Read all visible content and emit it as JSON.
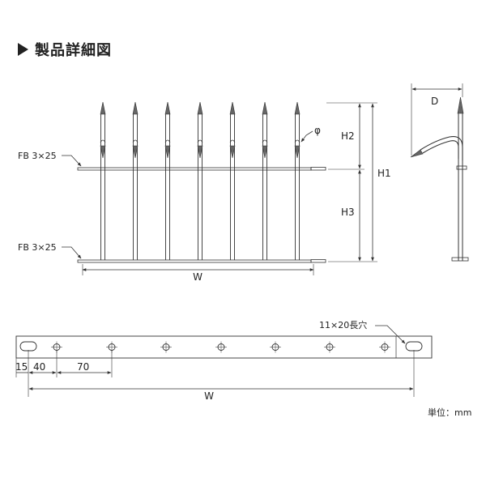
{
  "heading": {
    "icon": "triangle-right-icon",
    "title": "製品詳細図"
  },
  "labels": {
    "fb_top": "FB 3×25",
    "fb_bottom": "FB 3×25",
    "phi": "φ",
    "h1": "H1",
    "h2": "H2",
    "h3": "H3",
    "d": "D",
    "w_top": "W",
    "w_bottom": "W",
    "slot": "11×20長穴",
    "dim_15": "15",
    "dim_40": "40",
    "dim_70": "70",
    "unit": "単位：mm"
  },
  "colors": {
    "line": "#333333",
    "text": "#222222",
    "spike_fill": "#555555"
  }
}
